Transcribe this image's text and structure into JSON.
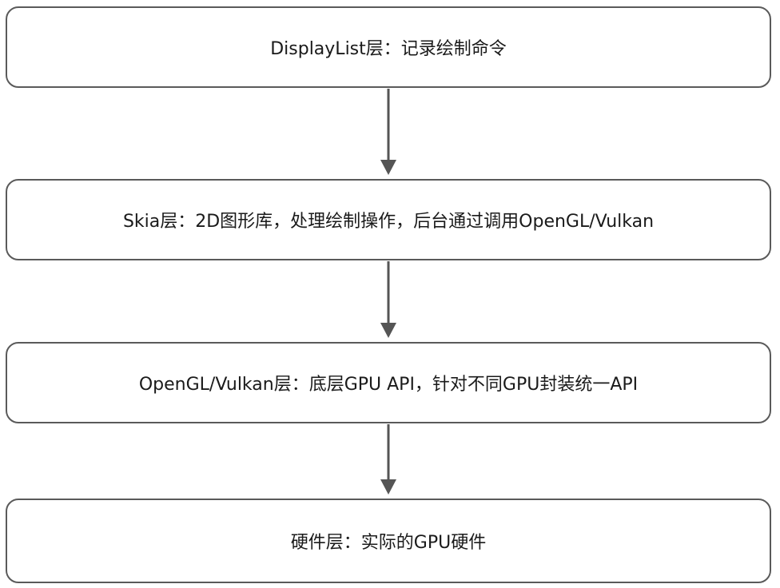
{
  "layers": [
    {
      "label": "DisplayList层：记录绘制命令"
    },
    {
      "label": "Skia层：2D图形库，处理绘制操作，后台通过调用OpenGL/Vulkan"
    },
    {
      "label": "OpenGL/Vulkan层：底层GPU API，针对不同GPU封装统一API"
    },
    {
      "label": "硬件层：实际的GPU硬件"
    }
  ],
  "colors": {
    "border": "#5a5a5a",
    "arrow": "#555555",
    "text": "#1a1a1a",
    "background": "#ffffff"
  }
}
